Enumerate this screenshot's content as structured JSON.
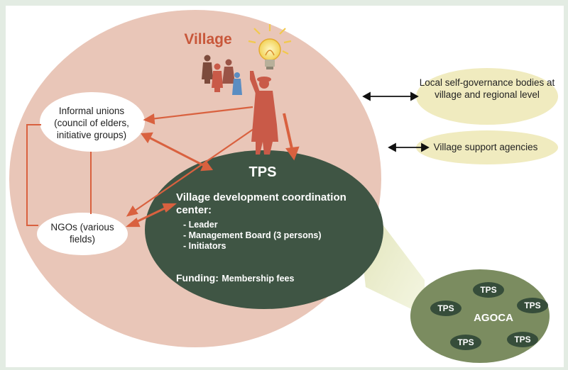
{
  "village": {
    "title": "Village"
  },
  "informal_unions": {
    "label": "Informal unions (council of elders, initiative groups)"
  },
  "ngos": {
    "label": "NGOs (various fields)"
  },
  "external": {
    "local_self_governance": "Local self-governance bodies at village and regional level",
    "support_agencies": "Village support agencies"
  },
  "tps": {
    "title": "TPS",
    "center_name": "Village development coordination center:",
    "items": [
      "- Leader",
      "- Management Board (3 persons)",
      "- Initiators"
    ],
    "funding_label": "Funding:",
    "funding_value": "Membership fees"
  },
  "agoca": {
    "label": "AGOCA",
    "members": [
      "TPS",
      "TPS",
      "TPS",
      "TPS",
      "TPS"
    ]
  },
  "colors": {
    "village_fill": "#e9c6b8",
    "tps_fill": "#3f5544",
    "arrow": "#d9613f",
    "label_bubble": "#f0ebbf",
    "agoca_fill": "#7b8c60",
    "accent_text": "#c8573a"
  }
}
